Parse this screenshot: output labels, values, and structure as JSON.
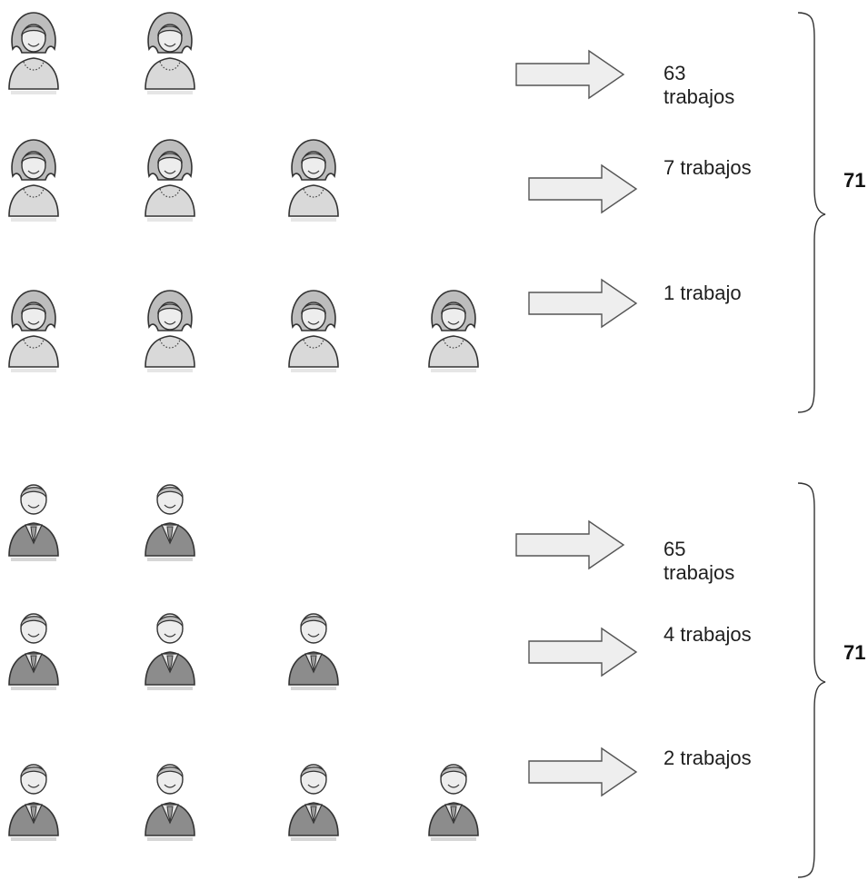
{
  "women": {
    "rows": [
      {
        "count": 2,
        "label": "63 trabajos",
        "label_lines": [
          "63",
          "trabajos"
        ]
      },
      {
        "count": 3,
        "label": "7 trabajos",
        "label_lines": [
          "7 trabajos"
        ]
      },
      {
        "count": 4,
        "label": "1 trabajo",
        "label_lines": [
          "1 trabajo"
        ]
      }
    ],
    "total": "71",
    "icon": "woman-person-icon",
    "color": "#d9d9d9"
  },
  "men": {
    "rows": [
      {
        "count": 2,
        "label": "65 trabajos",
        "label_lines": [
          "65",
          "trabajos"
        ]
      },
      {
        "count": 3,
        "label": "4 trabajos",
        "label_lines": [
          "4 trabajos"
        ]
      },
      {
        "count": 4,
        "label": "2 trabajos",
        "label_lines": [
          "2 trabajos"
        ]
      }
    ],
    "total": "71",
    "icon": "man-person-icon",
    "color": "#8c8c8c"
  },
  "arrow_icon": "right-arrow-icon"
}
